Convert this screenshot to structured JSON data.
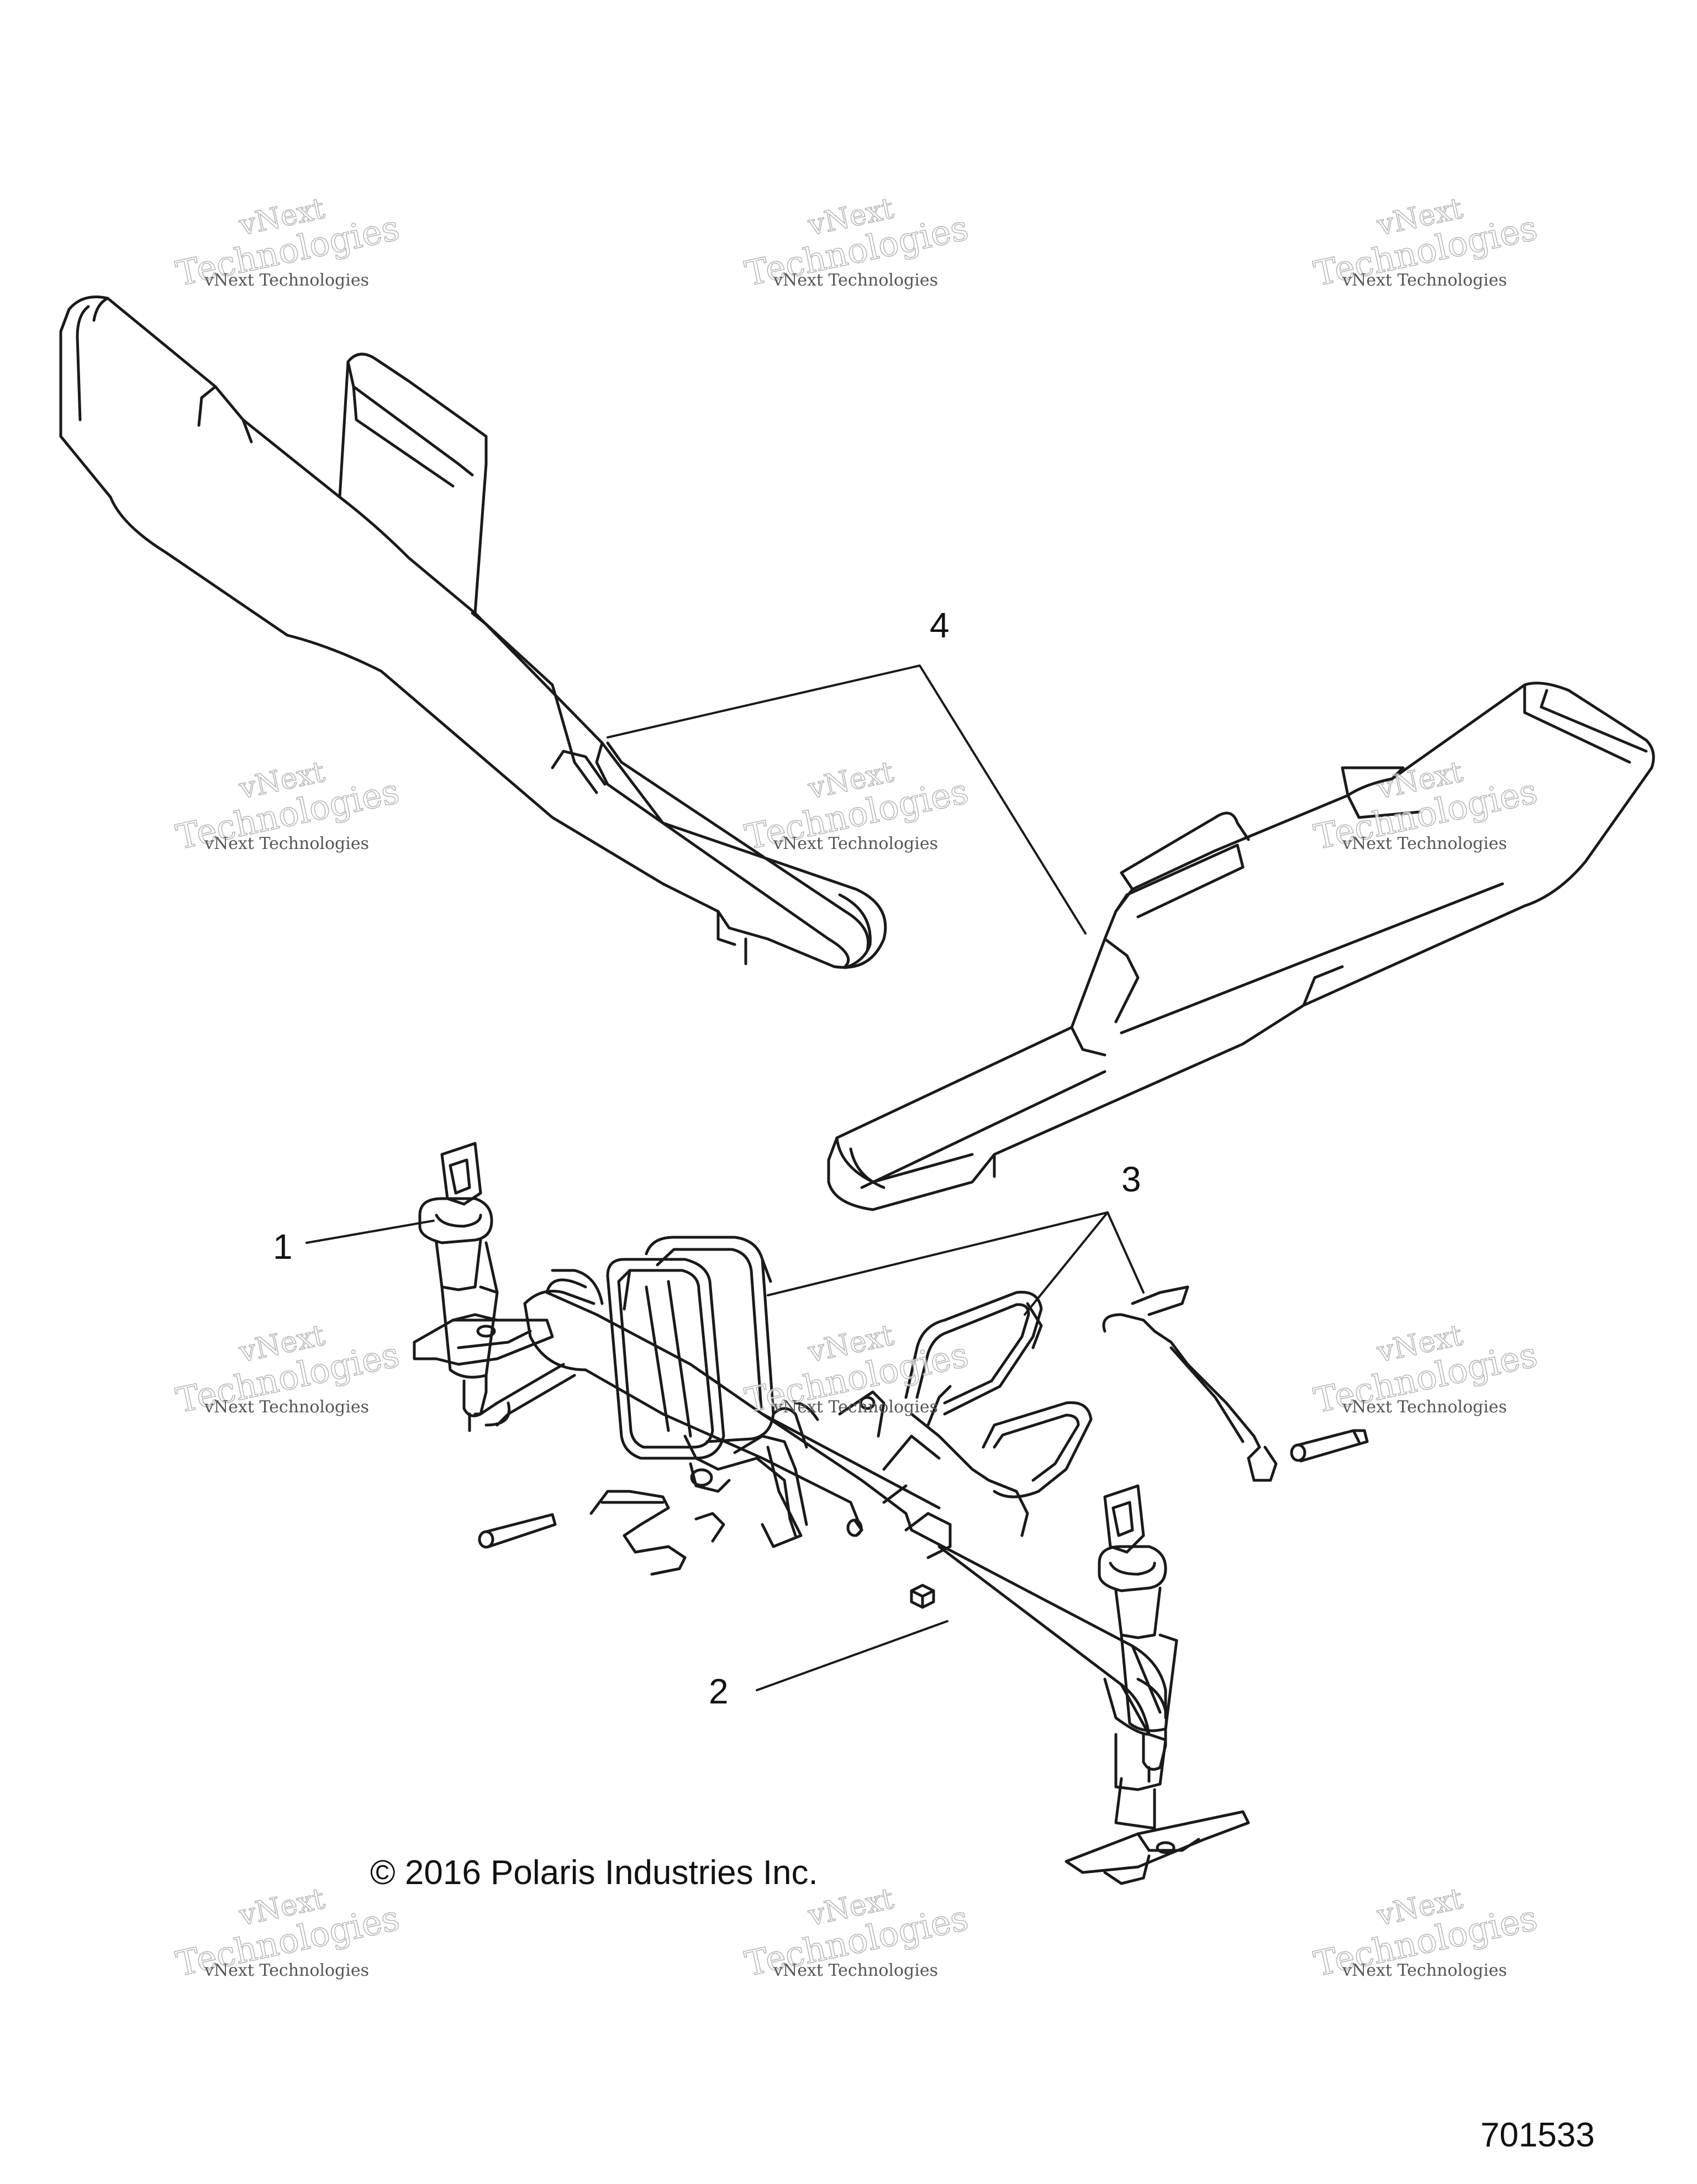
{
  "callouts": [
    {
      "id": "1",
      "label": "1"
    },
    {
      "id": "2",
      "label": "2"
    },
    {
      "id": "3",
      "label": "3"
    },
    {
      "id": "4",
      "label": "4"
    }
  ],
  "copyright": "© 2016 Polaris Industries Inc.",
  "figure_number": "701533",
  "watermark": {
    "line_small": "vNext Technologies",
    "line_big": "Technologies",
    "line_top": "vNext"
  }
}
